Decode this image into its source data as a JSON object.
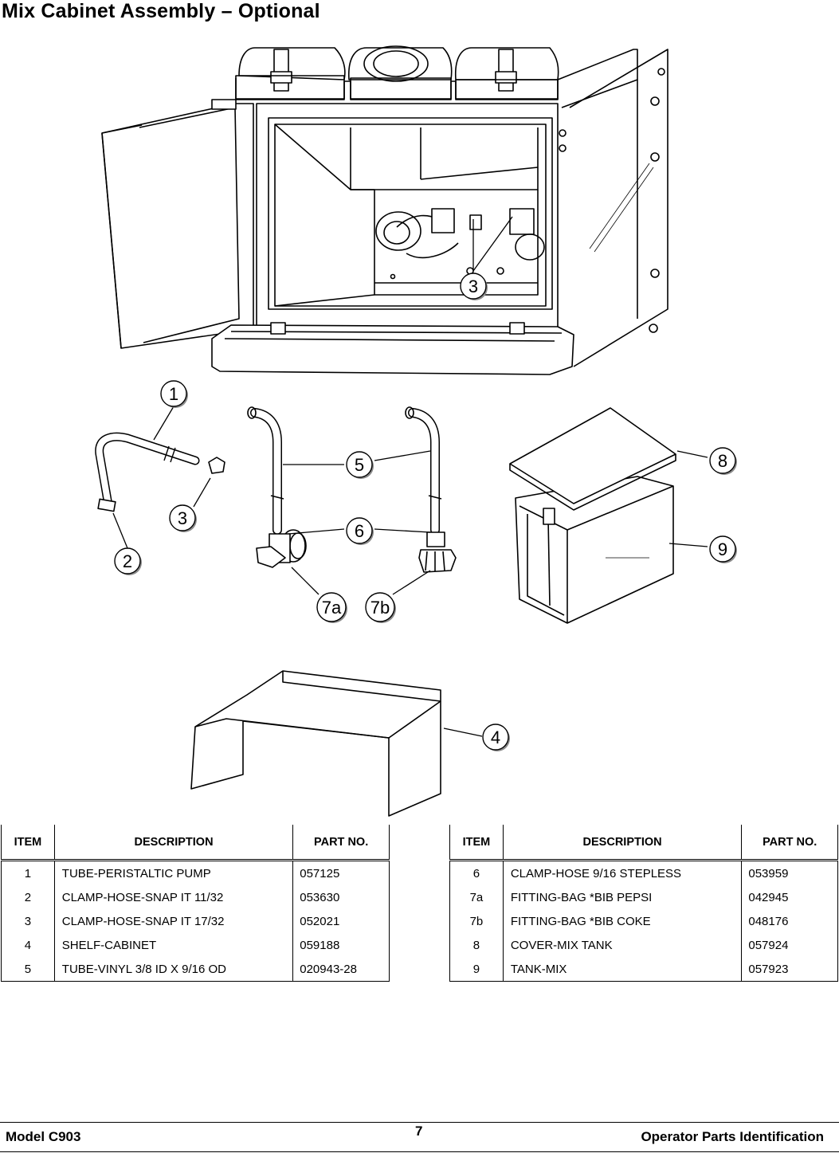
{
  "page": {
    "title": "Mix Cabinet Assembly – Optional"
  },
  "callouts": {
    "c1": "1",
    "c2": "2",
    "c3a": "3",
    "c3b": "3",
    "c4": "4",
    "c5": "5",
    "c6": "6",
    "c7a": "7a",
    "c7b": "7b",
    "c8": "8",
    "c9": "9"
  },
  "table_left": {
    "headers": {
      "item": "ITEM",
      "description": "DESCRIPTION",
      "part_no": "PART NO."
    },
    "rows": [
      {
        "item": "1",
        "description": "TUBE-PERISTALTIC PUMP",
        "part_no": "057125"
      },
      {
        "item": "2",
        "description": "CLAMP-HOSE-SNAP IT 11/32",
        "part_no": "053630"
      },
      {
        "item": "3",
        "description": "CLAMP-HOSE-SNAP IT 17/32",
        "part_no": "052021"
      },
      {
        "item": "4",
        "description": "SHELF-CABINET",
        "part_no": "059188"
      },
      {
        "item": "5",
        "description": "TUBE-VINYL 3/8 ID X 9/16 OD",
        "part_no": "020943-28"
      }
    ]
  },
  "table_right": {
    "headers": {
      "item": "ITEM",
      "description": "DESCRIPTION",
      "part_no": "PART NO."
    },
    "rows": [
      {
        "item": "6",
        "description": "CLAMP-HOSE 9/16 STEPLESS",
        "part_no": "053959"
      },
      {
        "item": "7a",
        "description": "FITTING-BAG *BIB PEPSI",
        "part_no": "042945"
      },
      {
        "item": "7b",
        "description": "FITTING-BAG *BIB COKE",
        "part_no": "048176"
      },
      {
        "item": "8",
        "description": "COVER-MIX TANK",
        "part_no": "057924"
      },
      {
        "item": "9",
        "description": "TANK-MIX",
        "part_no": "057923"
      }
    ]
  },
  "footer": {
    "model": "Model C903",
    "page_number": "7",
    "section": "Operator Parts Identification"
  }
}
